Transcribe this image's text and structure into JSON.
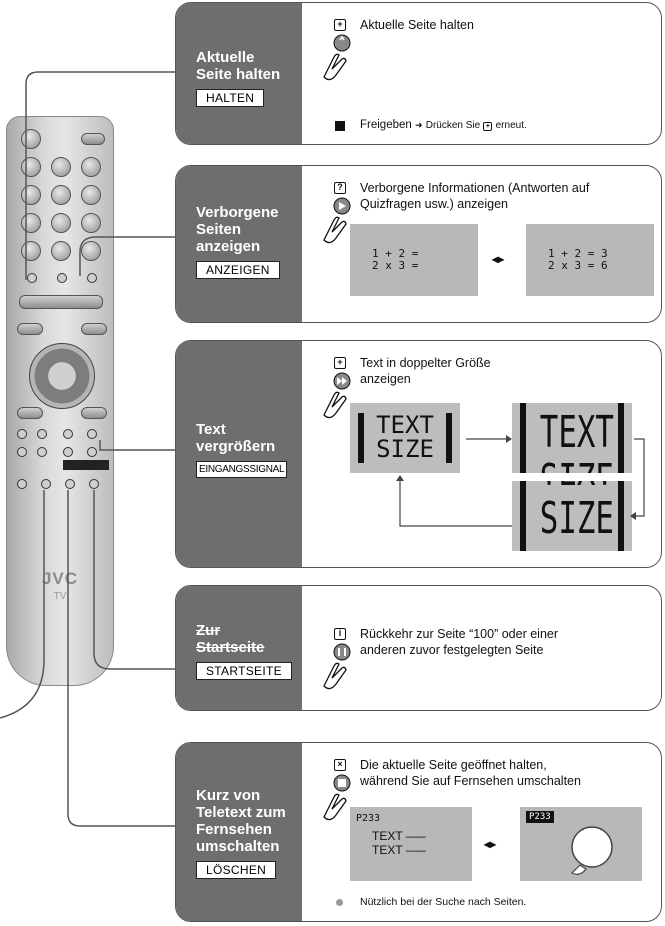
{
  "sections": {
    "hold": {
      "title": "Aktuelle\nSeite halten",
      "badge": "HALTEN",
      "description": "Aktuelle Seite halten",
      "release_label": "Freigeben",
      "release_text": "Drücken Sie",
      "release_text_end": "erneut."
    },
    "reveal": {
      "title": "Verborgene\nSeiten\nanzeigen",
      "badge": "ANZEIGEN",
      "description_line1": "Verborgene Informationen (Antworten auf",
      "description_line2": "Quizfragen usw.) anzeigen",
      "hidden_example": "1 + 2 =\n2 x 3 =",
      "revealed_example": "1 + 2 = 3\n2 x 3 = 6"
    },
    "size": {
      "title": "Text\nvergrößern",
      "badge": "EINGANGSSIGNAL",
      "description_line1": "Text in doppelter Größe",
      "description_line2": "anzeigen",
      "example_line1": "TEXT",
      "example_line2": "SIZE"
    },
    "index": {
      "title": "Zur\nStartseite",
      "badge": "STARTSEITE",
      "description_line1": "Rückkehr zur Seite “100” oder einer",
      "description_line2": "anderen zuvor festgelegten Seite"
    },
    "cancel": {
      "title": "Kurz von\nTeletext zum\nFernsehen\numschalten",
      "badge": "LÖSCHEN",
      "description_line1": "Die aktuelle Seite geöffnet halten,",
      "description_line2": "während Sie auf Fernsehen umschalten",
      "page_number": "P233",
      "text_line1": "TEXT –––",
      "text_line2": "TEXT –––",
      "note": "Nützlich bei der Suche nach Seiten."
    }
  },
  "remote": {
    "brand": "JVC",
    "model": "TV"
  },
  "colors": {
    "header_gray": "#6e6e6e",
    "example_gray": "#b8b8b8",
    "border": "#555555"
  }
}
